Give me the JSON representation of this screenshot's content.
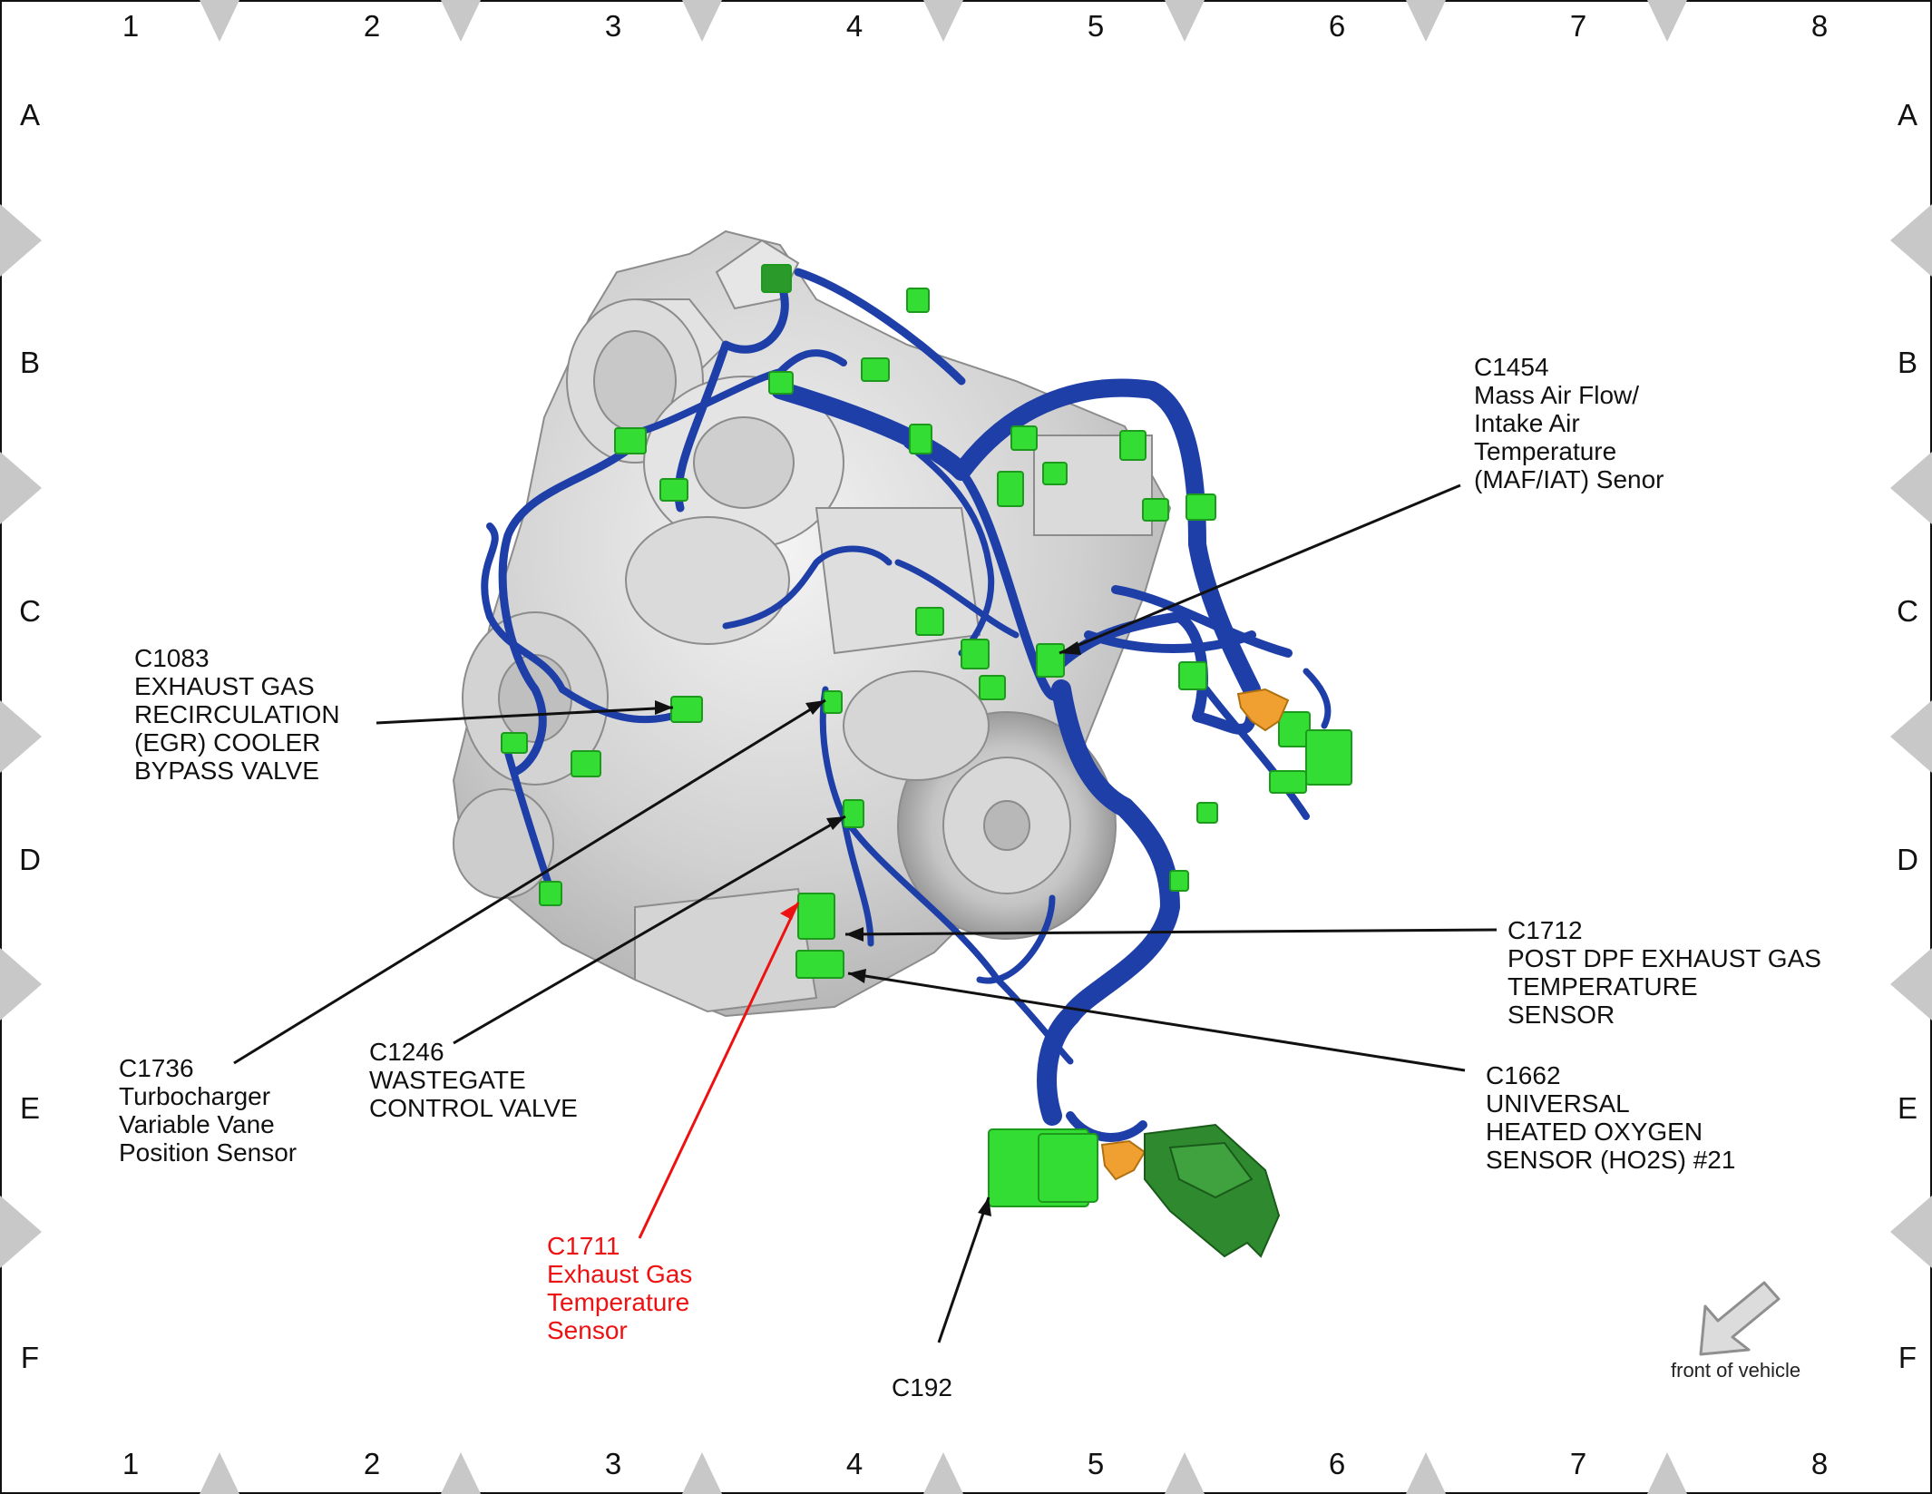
{
  "grid": {
    "columns": [
      "1",
      "2",
      "3",
      "4",
      "5",
      "6",
      "7",
      "8"
    ],
    "rows": [
      "A",
      "B",
      "C",
      "D",
      "E",
      "F"
    ]
  },
  "callouts": {
    "c1454": {
      "code": "C1454",
      "lines": [
        "Mass Air Flow/",
        "Intake Air",
        "Temperature",
        "(MAF/IAT) Senor"
      ]
    },
    "c1083": {
      "code": "C1083",
      "lines": [
        "EXHAUST GAS",
        "RECIRCULATION",
        "(EGR) COOLER",
        "BYPASS VALVE"
      ]
    },
    "c1712": {
      "code": "C1712",
      "lines": [
        "POST DPF EXHAUST GAS",
        "TEMPERATURE",
        "SENSOR"
      ]
    },
    "c1662": {
      "code": "C1662",
      "lines": [
        "UNIVERSAL",
        "HEATED OXYGEN",
        "SENSOR (HO2S) #21"
      ]
    },
    "c1736": {
      "code": "C1736",
      "lines": [
        "Turbocharger",
        "Variable Vane",
        "Position Sensor"
      ]
    },
    "c1246": {
      "code": "C1246",
      "lines": [
        "WASTEGATE",
        "CONTROL VALVE"
      ]
    },
    "c1711": {
      "code": "C1711",
      "lines": [
        "Exhaust Gas",
        "Temperature",
        "Sensor"
      ]
    },
    "c192": {
      "code": "C192"
    }
  },
  "orientation": {
    "label": "front of vehicle",
    "icon": "arrow-down-left-icon"
  },
  "colors": {
    "harness": "#1f3fa8",
    "connector": "#33dd33",
    "connector_dark": "#1d7a1d",
    "accent_orange": "#f0a030",
    "highlight_red": "#ee1111",
    "engine": "#d6d6d6"
  }
}
